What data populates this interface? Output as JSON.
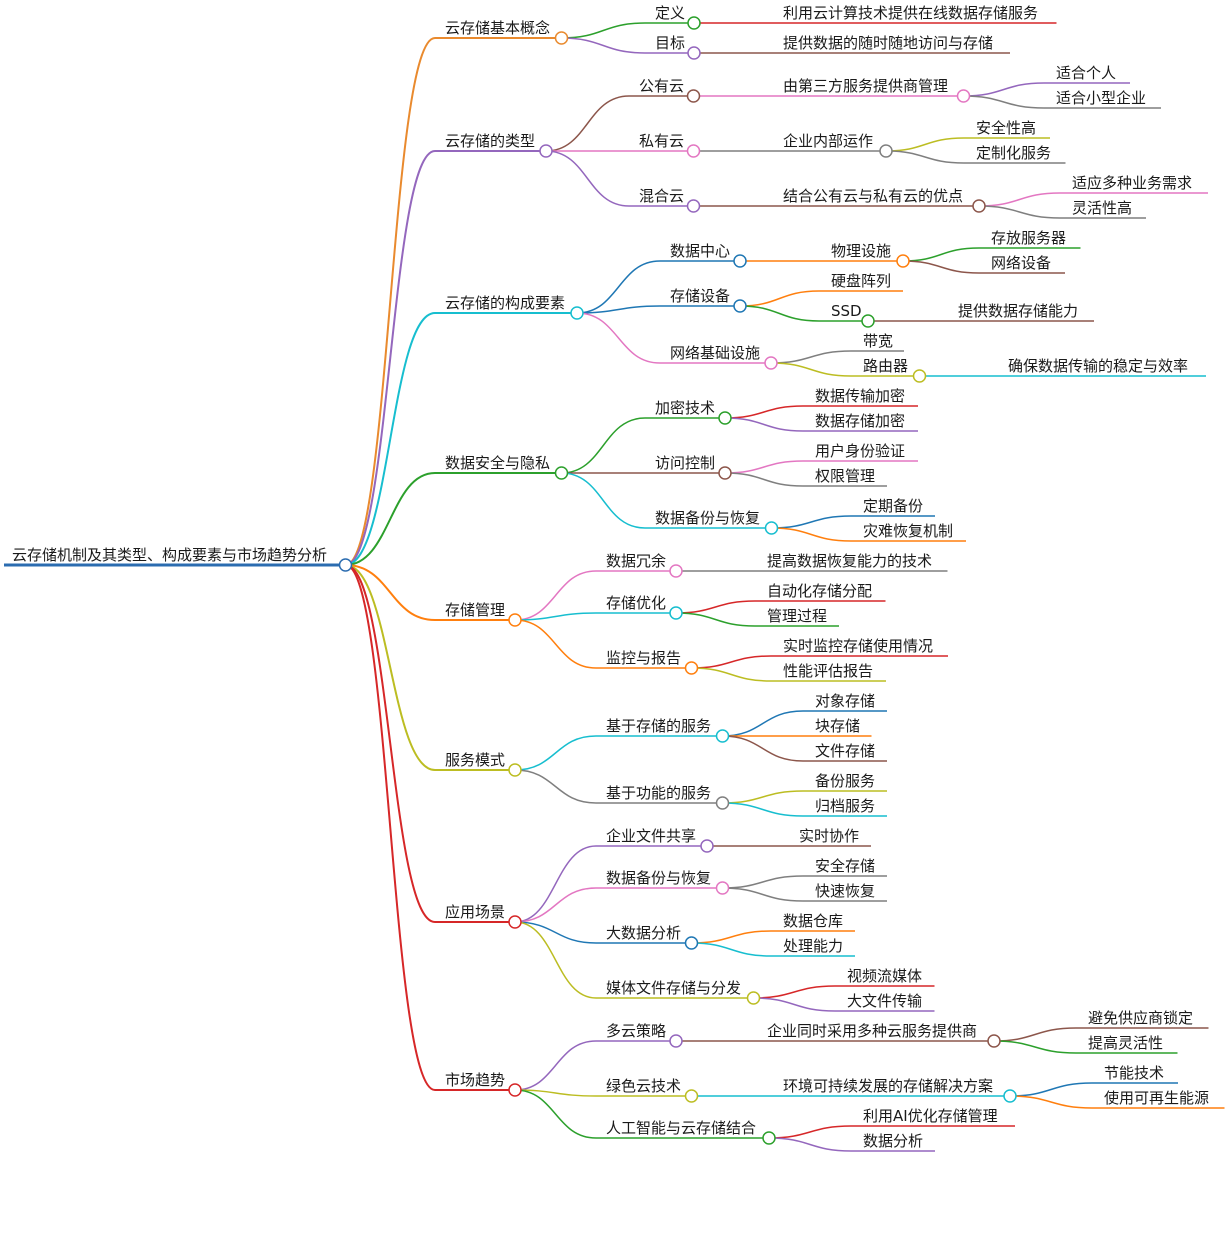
{
  "root": {
    "label": "云存储机制及其类型、构成要素与市场趋势分析",
    "color": "#2b6cb0",
    "children": [
      {
        "label": "云存储基本概念",
        "color": "#e98a2e",
        "children": [
          {
            "label": "定义",
            "color": "#2ca02c",
            "children": [
              {
                "label": "利用云计算技术提供在线数据存储服务",
                "color": "#d62728"
              }
            ]
          },
          {
            "label": "目标",
            "color": "#9467bd",
            "children": [
              {
                "label": "提供数据的随时随地访问与存储",
                "color": "#8c564b"
              }
            ]
          }
        ]
      },
      {
        "label": "云存储的类型",
        "color": "#9467bd",
        "children": [
          {
            "label": "公有云",
            "color": "#8c564b",
            "children": [
              {
                "label": "由第三方服务提供商管理",
                "color": "#e377c2",
                "children": [
                  {
                    "label": "适合个人",
                    "color": "#9467bd"
                  },
                  {
                    "label": "适合小型企业",
                    "color": "#7f7f7f"
                  }
                ]
              }
            ]
          },
          {
            "label": "私有云",
            "color": "#e377c2",
            "children": [
              {
                "label": "企业内部运作",
                "color": "#7f7f7f",
                "children": [
                  {
                    "label": "安全性高",
                    "color": "#bcbd22"
                  },
                  {
                    "label": "定制化服务",
                    "color": "#7f7f7f"
                  }
                ]
              }
            ]
          },
          {
            "label": "混合云",
            "color": "#9467bd",
            "children": [
              {
                "label": "结合公有云与私有云的优点",
                "color": "#8c564b",
                "children": [
                  {
                    "label": "适应多种业务需求",
                    "color": "#e377c2"
                  },
                  {
                    "label": "灵活性高",
                    "color": "#7f7f7f"
                  }
                ]
              }
            ]
          }
        ]
      },
      {
        "label": "云存储的构成要素",
        "color": "#17becf",
        "children": [
          {
            "label": "数据中心",
            "color": "#1f77b4",
            "children": [
              {
                "label": "物理设施",
                "color": "#ff7f0e",
                "children": [
                  {
                    "label": "存放服务器",
                    "color": "#2ca02c"
                  },
                  {
                    "label": "网络设备",
                    "color": "#8c564b"
                  }
                ]
              }
            ]
          },
          {
            "label": "存储设备",
            "color": "#1f77b4",
            "children": [
              {
                "label": "硬盘阵列",
                "color": "#ff7f0e"
              },
              {
                "label": "SSD",
                "color": "#2ca02c",
                "children": [
                  {
                    "label": "提供数据存储能力",
                    "color": "#8c564b"
                  }
                ]
              }
            ]
          },
          {
            "label": "网络基础设施",
            "color": "#e377c2",
            "children": [
              {
                "label": "带宽",
                "color": "#7f7f7f"
              },
              {
                "label": "路由器",
                "color": "#bcbd22",
                "children": [
                  {
                    "label": "确保数据传输的稳定与效率",
                    "color": "#17becf"
                  }
                ]
              }
            ]
          }
        ]
      },
      {
        "label": "数据安全与隐私",
        "color": "#2ca02c",
        "children": [
          {
            "label": "加密技术",
            "color": "#2ca02c",
            "children": [
              {
                "label": "数据传输加密",
                "color": "#d62728"
              },
              {
                "label": "数据存储加密",
                "color": "#9467bd"
              }
            ]
          },
          {
            "label": "访问控制",
            "color": "#8c564b",
            "children": [
              {
                "label": "用户身份验证",
                "color": "#e377c2"
              },
              {
                "label": "权限管理",
                "color": "#7f7f7f"
              }
            ]
          },
          {
            "label": "数据备份与恢复",
            "color": "#17becf",
            "children": [
              {
                "label": "定期备份",
                "color": "#1f77b4"
              },
              {
                "label": "灾难恢复机制",
                "color": "#ff7f0e"
              }
            ]
          }
        ]
      },
      {
        "label": "存储管理",
        "color": "#ff7f0e",
        "children": [
          {
            "label": "数据冗余",
            "color": "#e377c2",
            "children": [
              {
                "label": "提高数据恢复能力的技术",
                "color": "#7f7f7f"
              }
            ]
          },
          {
            "label": "存储优化",
            "color": "#17becf",
            "children": [
              {
                "label": "自动化存储分配",
                "color": "#d62728"
              },
              {
                "label": "管理过程",
                "color": "#2ca02c"
              }
            ]
          },
          {
            "label": "监控与报告",
            "color": "#ff7f0e",
            "children": [
              {
                "label": "实时监控存储使用情况",
                "color": "#d62728"
              },
              {
                "label": "性能评估报告",
                "color": "#bcbd22"
              }
            ]
          }
        ]
      },
      {
        "label": "服务模式",
        "color": "#bcbd22",
        "children": [
          {
            "label": "基于存储的服务",
            "color": "#17becf",
            "children": [
              {
                "label": "对象存储",
                "color": "#1f77b4"
              },
              {
                "label": "块存储",
                "color": "#ff7f0e"
              },
              {
                "label": "文件存储",
                "color": "#8c564b"
              }
            ]
          },
          {
            "label": "基于功能的服务",
            "color": "#7f7f7f",
            "children": [
              {
                "label": "备份服务",
                "color": "#bcbd22"
              },
              {
                "label": "归档服务",
                "color": "#17becf"
              }
            ]
          }
        ]
      },
      {
        "label": "应用场景",
        "color": "#d62728",
        "children": [
          {
            "label": "企业文件共享",
            "color": "#9467bd",
            "children": [
              {
                "label": "实时协作",
                "color": "#8c564b"
              }
            ]
          },
          {
            "label": "数据备份与恢复",
            "color": "#e377c2",
            "children": [
              {
                "label": "安全存储",
                "color": "#7f7f7f"
              },
              {
                "label": "快速恢复",
                "color": "#7f7f7f"
              }
            ]
          },
          {
            "label": "大数据分析",
            "color": "#1f77b4",
            "children": [
              {
                "label": "数据仓库",
                "color": "#ff7f0e"
              },
              {
                "label": "处理能力",
                "color": "#17becf"
              }
            ]
          },
          {
            "label": "媒体文件存储与分发",
            "color": "#bcbd22",
            "children": [
              {
                "label": "视频流媒体",
                "color": "#d62728"
              },
              {
                "label": "大文件传输",
                "color": "#9467bd"
              }
            ]
          }
        ]
      },
      {
        "label": "市场趋势",
        "color": "#d62728",
        "children": [
          {
            "label": "多云策略",
            "color": "#9467bd",
            "children": [
              {
                "label": "企业同时采用多种云服务提供商",
                "color": "#8c564b",
                "children": [
                  {
                    "label": "避免供应商锁定",
                    "color": "#8c564b"
                  },
                  {
                    "label": "提高灵活性",
                    "color": "#2ca02c"
                  }
                ]
              }
            ]
          },
          {
            "label": "绿色云技术",
            "color": "#bcbd22",
            "children": [
              {
                "label": "环境可持续发展的存储解决方案",
                "color": "#17becf",
                "children": [
                  {
                    "label": "节能技术",
                    "color": "#1f77b4"
                  },
                  {
                    "label": "使用可再生能源",
                    "color": "#ff7f0e"
                  }
                ]
              }
            ]
          },
          {
            "label": "人工智能与云存储结合",
            "color": "#2ca02c",
            "children": [
              {
                "label": "利用AI优化存储管理",
                "color": "#d62728"
              },
              {
                "label": "数据分析",
                "color": "#9467bd"
              }
            ]
          }
        ]
      }
    ]
  }
}
